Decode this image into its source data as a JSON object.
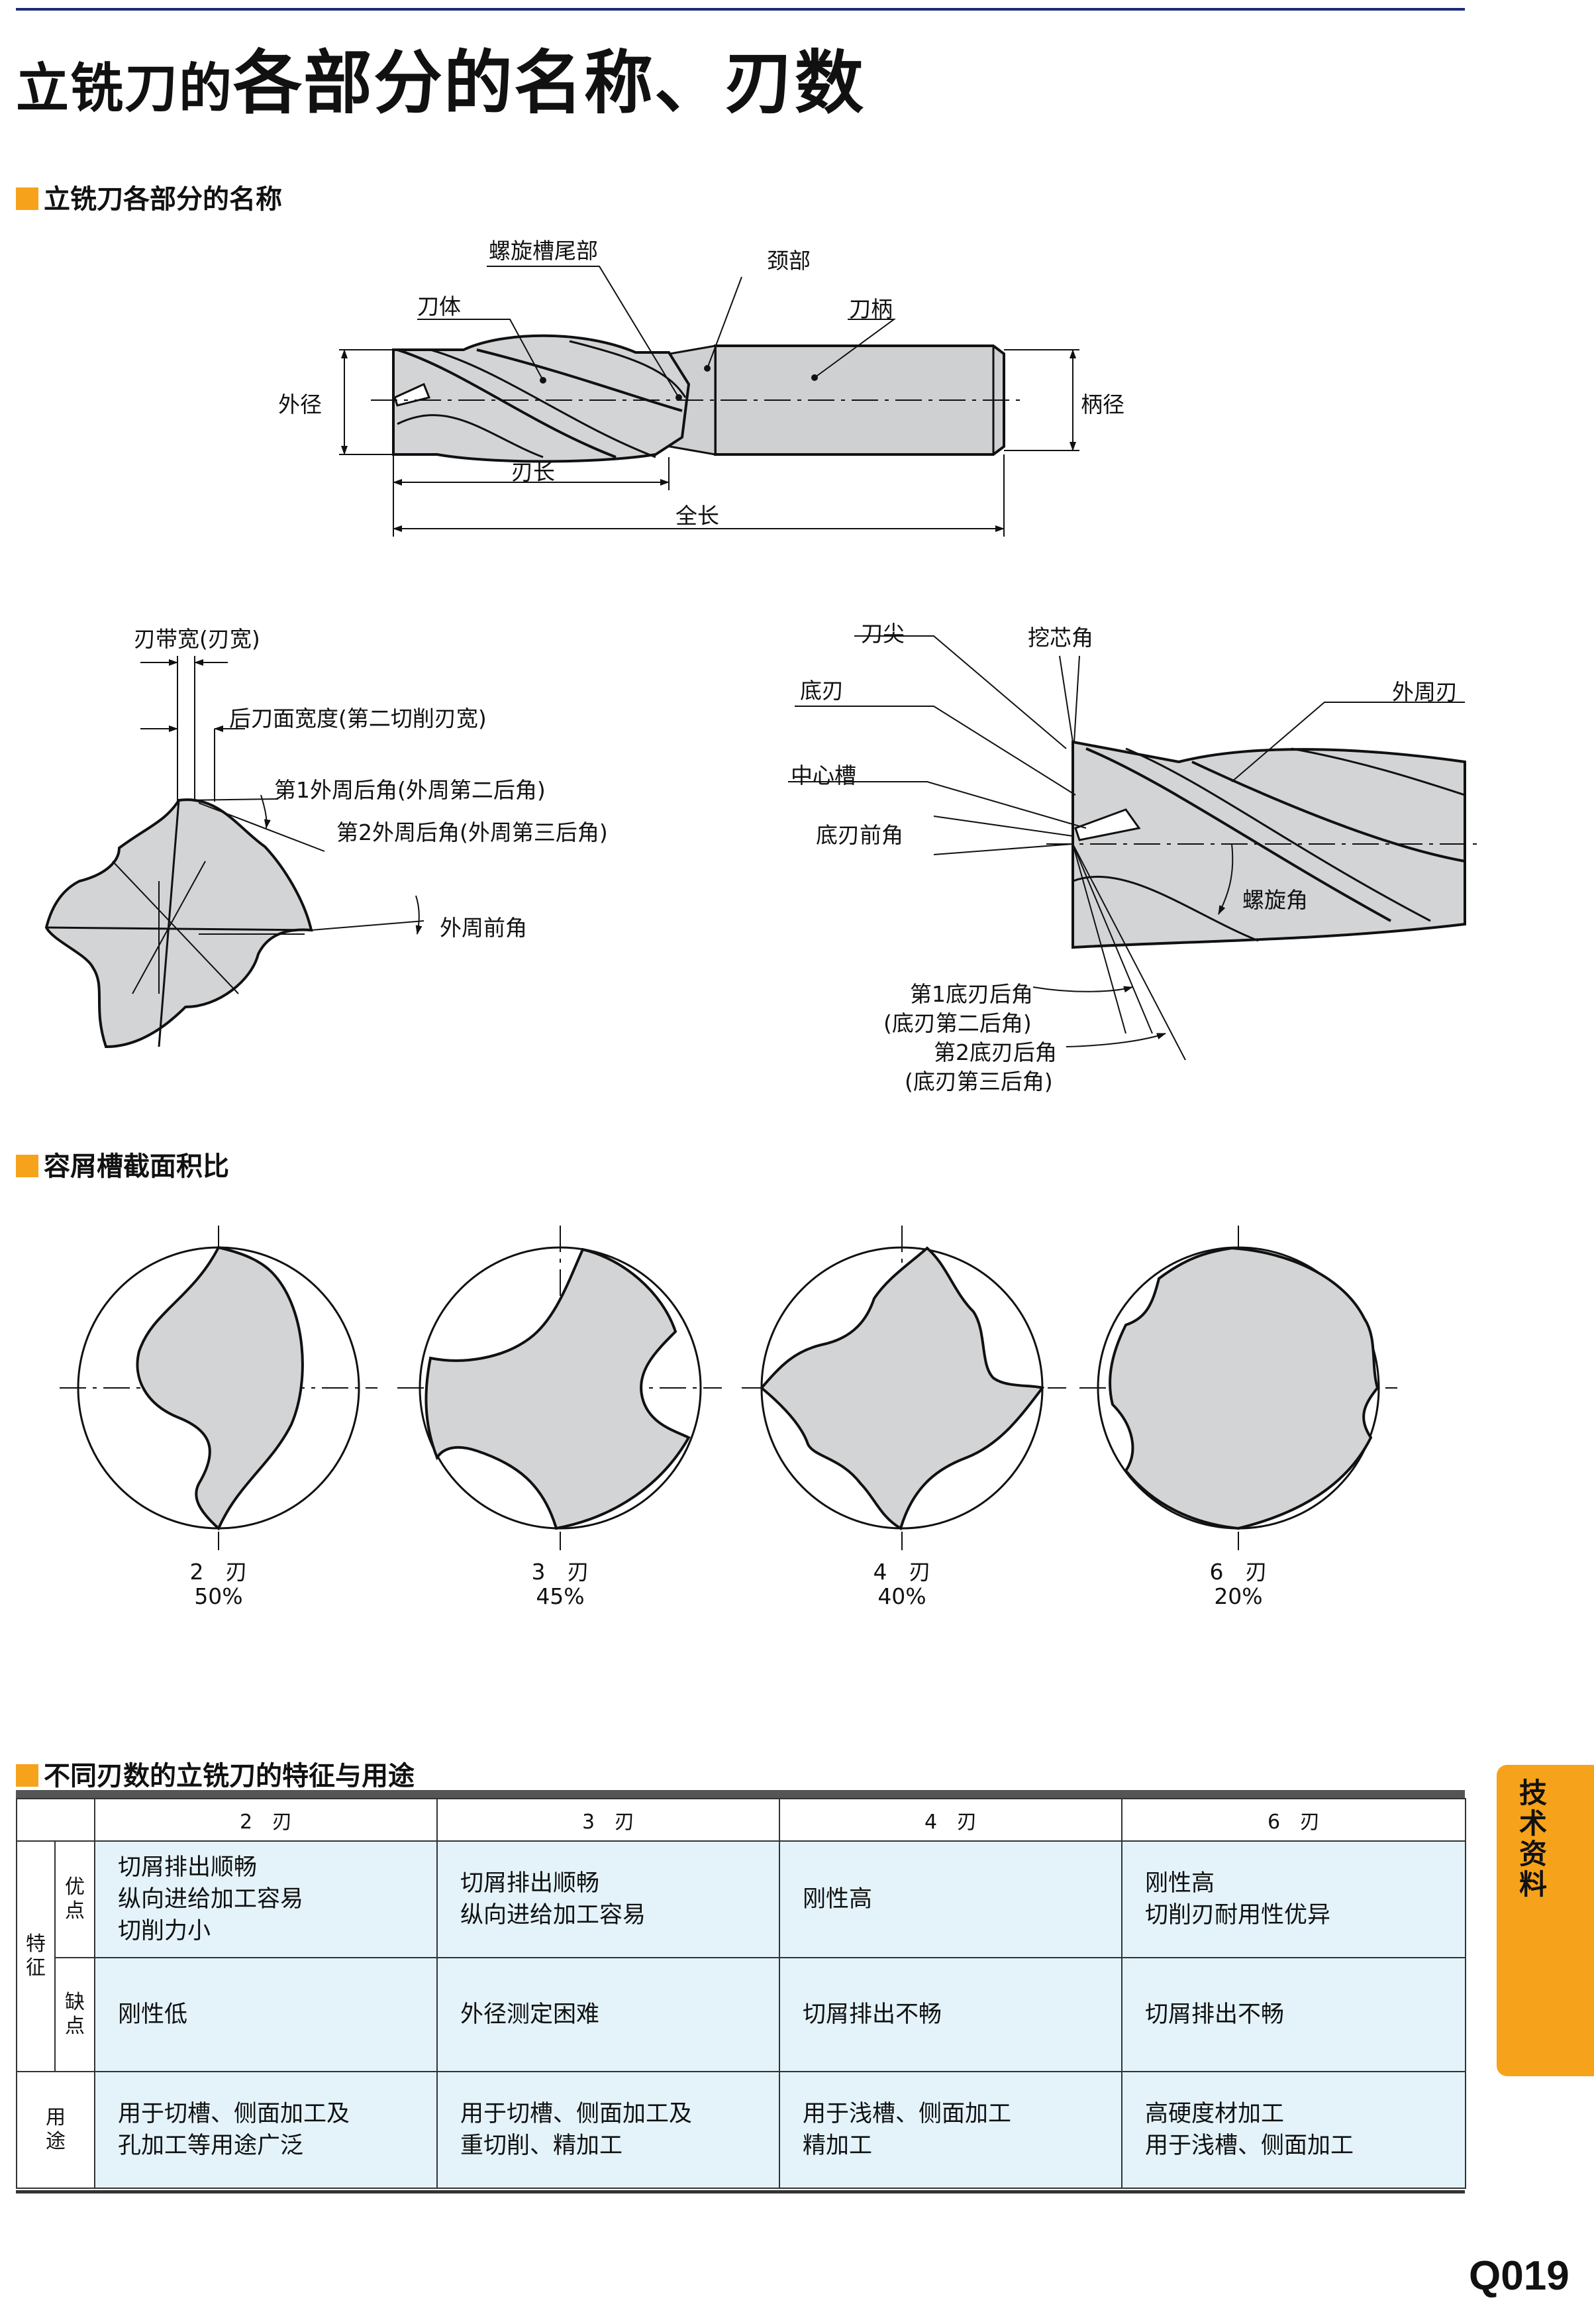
{
  "page": {
    "title_part1": "立铣刀的",
    "title_part2": "各部分的名称、刃数",
    "page_number": "Q019",
    "side_tab": [
      "技",
      "术",
      "资",
      "料"
    ]
  },
  "section1": {
    "heading": "立铣刀各部分的名称",
    "labels": {
      "flute_tail": "螺旋槽尾部",
      "neck": "颈部",
      "body": "刀体",
      "shank": "刀柄",
      "outer_dia": "外径",
      "shank_dia": "柄径",
      "flute_length": "刃长",
      "overall_length": "全长",
      "margin_width": "刃带宽(刃宽)",
      "clearance_width": "后刀面宽度(第二切削刃宽)",
      "first_peripheral_relief": "第1外周后角(外周第二后角)",
      "second_peripheral_relief": "第2外周后角(外周第三后角)",
      "peripheral_rake": "外周前角",
      "corner": "刀尖",
      "dish_angle": "挖芯角",
      "end_cutting_edge": "底刃",
      "peripheral_edge": "外周刃",
      "center_slot": "中心槽",
      "end_rake": "底刃前角",
      "helix_angle": "螺旋角",
      "first_end_relief": "第1底刃后角",
      "first_end_relief_alt": "(底刃第二后角)",
      "second_end_relief": "第2底刃后角",
      "second_end_relief_alt": "(底刃第三后角)"
    }
  },
  "section2": {
    "heading": "容屑槽截面积比",
    "items": [
      {
        "flutes": "2　刃",
        "ratio": "50%"
      },
      {
        "flutes": "3　刃",
        "ratio": "45%"
      },
      {
        "flutes": "4　刃",
        "ratio": "40%"
      },
      {
        "flutes": "6　刃",
        "ratio": "20%"
      }
    ]
  },
  "section3": {
    "heading": "不同刃数的立铣刀的特征与用途",
    "columns": [
      "2　刃",
      "3　刃",
      "4　刃",
      "6　刃"
    ],
    "row_group": "特征",
    "rows": {
      "pros_label": "优点",
      "cons_label": "缺点",
      "use_label": "用途"
    },
    "pros": [
      [
        "切屑排出顺畅",
        "纵向进给加工容易",
        "切削力小"
      ],
      [
        "切屑排出顺畅",
        "纵向进给加工容易"
      ],
      [
        "刚性高"
      ],
      [
        "刚性高",
        "切削刃耐用性优异"
      ]
    ],
    "cons": [
      "刚性低",
      "外径测定困难",
      "切屑排出不畅",
      "切屑排出不畅"
    ],
    "uses": [
      [
        "用于切槽、侧面加工及",
        "孔加工等用途广泛"
      ],
      [
        "用于切槽、侧面加工及",
        "重切削、精加工"
      ],
      [
        "用于浅槽、侧面加工",
        "精加工"
      ],
      [
        "高硬度材加工",
        "用于浅槽、侧面加工"
      ]
    ]
  }
}
